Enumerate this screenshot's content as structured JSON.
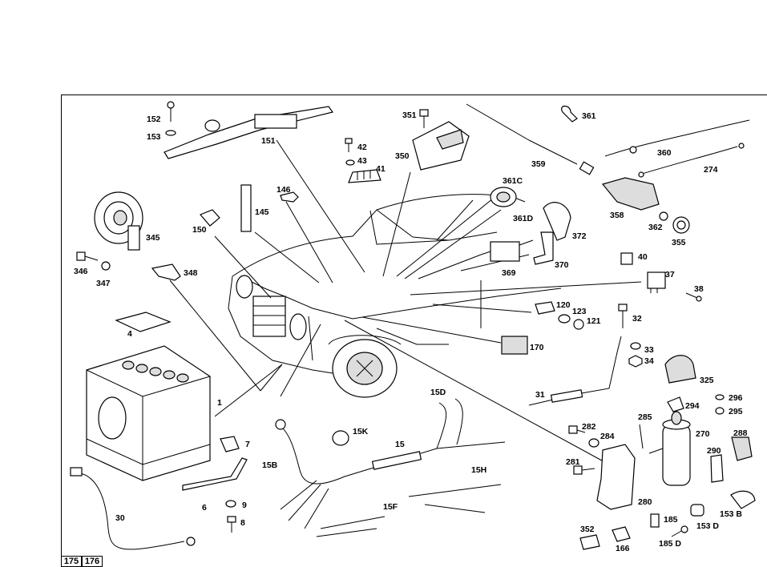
{
  "page_numbers": [
    "175",
    "176"
  ],
  "callouts": {
    "c152": "152",
    "c153": "153",
    "c151": "151",
    "c351": "351",
    "c361": "361",
    "c42": "42",
    "c43": "43",
    "c41": "41",
    "c350": "350",
    "c359": "359",
    "c360": "360",
    "c274": "274",
    "c146": "146",
    "c145": "145",
    "c150": "150",
    "c361C": "361C",
    "c361D": "361D",
    "c372": "372",
    "c358": "358",
    "c362": "362",
    "c355": "355",
    "c345": "345",
    "c346": "346",
    "c347": "347",
    "c348": "348",
    "c369": "369",
    "c370": "370",
    "c40": "40",
    "c37": "37",
    "c38": "38",
    "c4": "4",
    "c120": "120",
    "c123": "123",
    "c121": "121",
    "c32": "32",
    "c170": "170",
    "c33": "33",
    "c34": "34",
    "c325": "325",
    "c1": "1",
    "c15D": "15D",
    "c31": "31",
    "c294": "294",
    "c296": "296",
    "c295": "295",
    "c15K": "15K",
    "c15": "15",
    "c282": "282",
    "c284": "284",
    "c285": "285",
    "c270": "270",
    "c288": "288",
    "c7": "7",
    "c15B": "15B",
    "c290": "290",
    "c281": "281",
    "c15H": "15H",
    "c6": "6",
    "c9": "9",
    "c30": "30",
    "c15F": "15F",
    "c280": "280",
    "c153B": "153 B",
    "c8": "8",
    "c352": "352",
    "c185": "185",
    "c153D": "153 D",
    "c166": "166",
    "c185D": "185 D"
  }
}
